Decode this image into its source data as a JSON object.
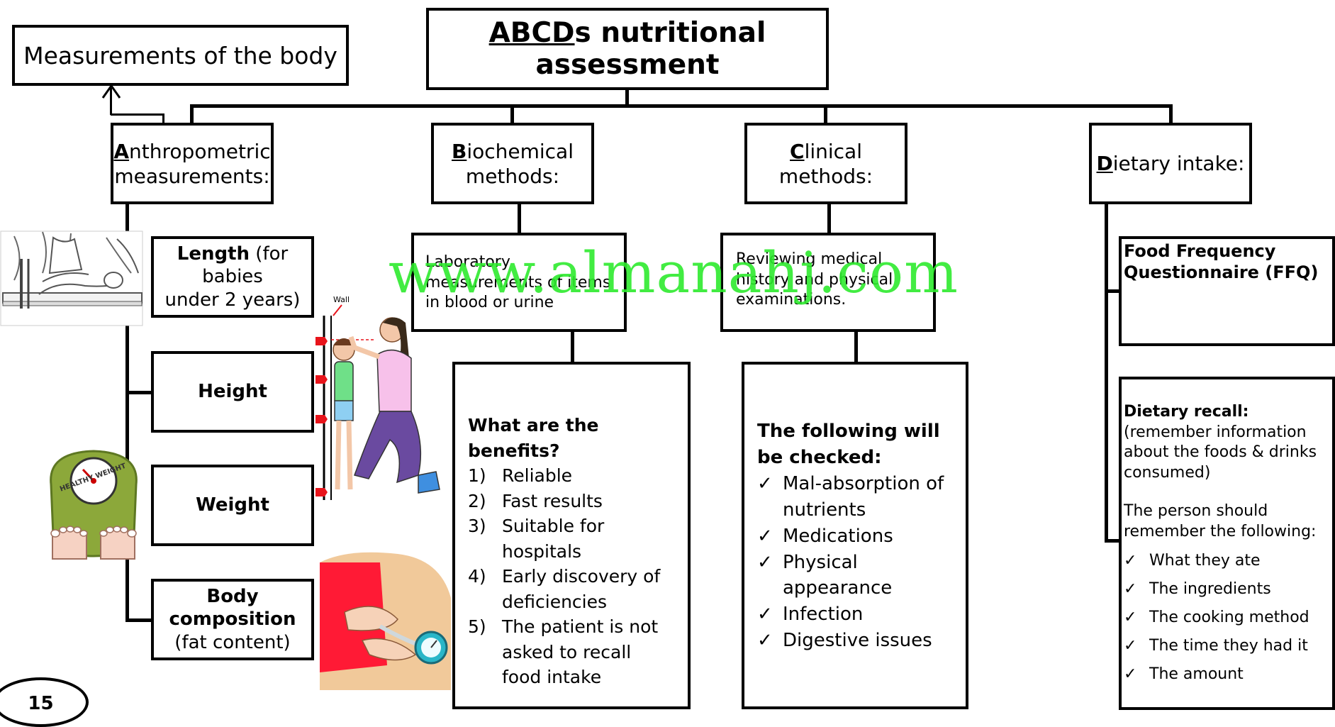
{
  "header": {
    "title_abbr": "ABCD",
    "title_rest": "s nutritional assessment",
    "side_note": "Measurements of the body"
  },
  "categories": {
    "a": {
      "letter": "A",
      "rest_line1": "nthropometric",
      "line2": "measurements:"
    },
    "b": {
      "letter": "B",
      "rest_line1": "iochemical",
      "line2": "methods:"
    },
    "c": {
      "letter": "C",
      "rest_line1": "linical methods:"
    },
    "d": {
      "letter": "D",
      "rest_line1": "ietary intake:"
    }
  },
  "anthropometric": {
    "length_bold": "Length",
    "length_rest": " (for babies",
    "length_line2": "under 2 years)",
    "height": "Height",
    "weight": "Weight",
    "body_bold": "Body composition",
    "body_line2": "(fat content)"
  },
  "biochemical": {
    "description": "Laboratory measurements of items in blood or urine",
    "benefits_title": "What are the benefits?",
    "benefits": [
      {
        "n": "1)",
        "text": "Reliable"
      },
      {
        "n": "2)",
        "text": "Fast results"
      },
      {
        "n": "3)",
        "text": "Suitable for hospitals"
      },
      {
        "n": "4)",
        "text": "Early discovery of deficiencies"
      },
      {
        "n": "5)",
        "text": "The patient is not asked to recall food intake"
      }
    ]
  },
  "clinical": {
    "description": "Reviewing medical history and physical examinations.",
    "checked_title": "The following will be checked:",
    "checked": [
      "Mal-absorption of nutrients",
      "Medications",
      "Physical appearance",
      "Infection",
      "Digestive issues"
    ]
  },
  "dietary": {
    "ffq": "Food Frequency Questionnaire (FFQ)",
    "recall_bold": "Dietary recall:",
    "recall_rest": " (remember information about the foods & drinks consumed)",
    "remember_intro": "The person should remember the following:",
    "remember": [
      "What they ate",
      "The ingredients",
      "The cooking method",
      "The time they had it",
      "The amount"
    ]
  },
  "illustration_labels": {
    "wall": "Wall",
    "scale_text": "HEALTHY WEIGHT"
  },
  "watermark": "www.almanahj.com",
  "page_number": "15",
  "check_glyph": "✓",
  "colors": {
    "watermark": "#2eea2e",
    "arrow_red": "#e8141b",
    "scale_green": "#8ca83a"
  }
}
